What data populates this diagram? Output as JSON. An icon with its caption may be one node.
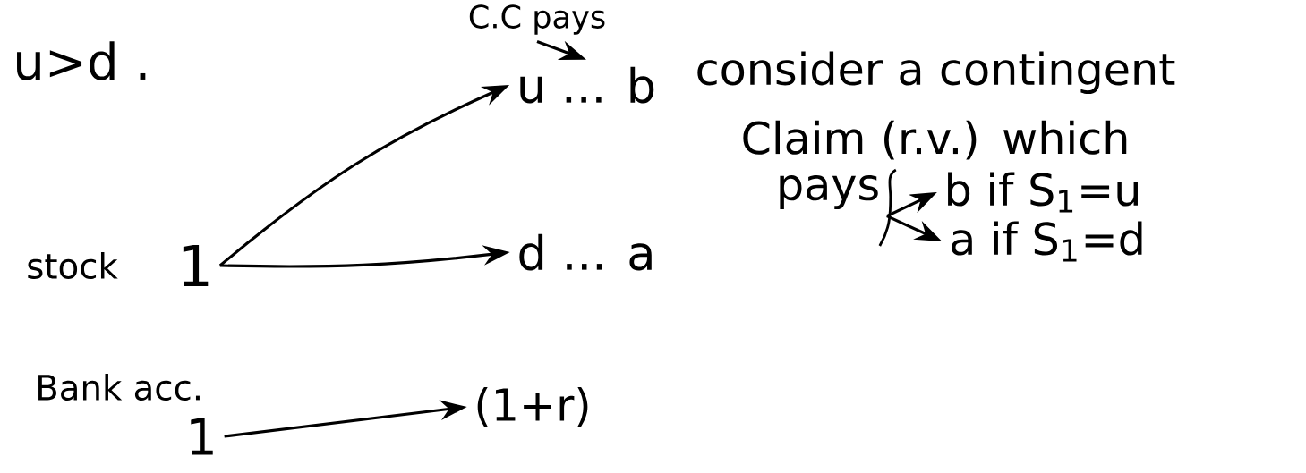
{
  "diagram": {
    "nodes": [
      {
        "text": [
          "1"
        ]
      },
      {
        "text": [
          "u ... b"
        ]
      },
      {
        "text": [
          "d ... a"
        ]
      },
      {
        "text": [
          "1"
        ]
      },
      {
        "text": [
          "(1+r)"
        ]
      },
      {
        "text": [
          "C.C pays"
        ]
      },
      {
        "text": [
          "pays"
        ]
      },
      {
        "text": [
          "b if S$_{1}$=u"
        ]
      },
      {
        "text": [
          "a if S$_{1}$=d"
        ]
      }
    ],
    "edges": [
      {
        "from": 0,
        "to": 1,
        "arrow": "to"
      },
      {
        "from": 0,
        "to": 2,
        "arrow": "to"
      },
      {
        "from": 3,
        "to": 4,
        "arrow": "to"
      },
      {
        "from": 5,
        "to": 1,
        "arrow": "to"
      },
      {
        "from": 6,
        "to": 7,
        "arrow": "to"
      },
      {
        "from": 6,
        "to": 8,
        "arrow": "to"
      }
    ],
    "labels": [
      "u>d .",
      "stock",
      "consider a contingent Claim (r.v.) which",
      "Bank acc."
    ]
  }
}
